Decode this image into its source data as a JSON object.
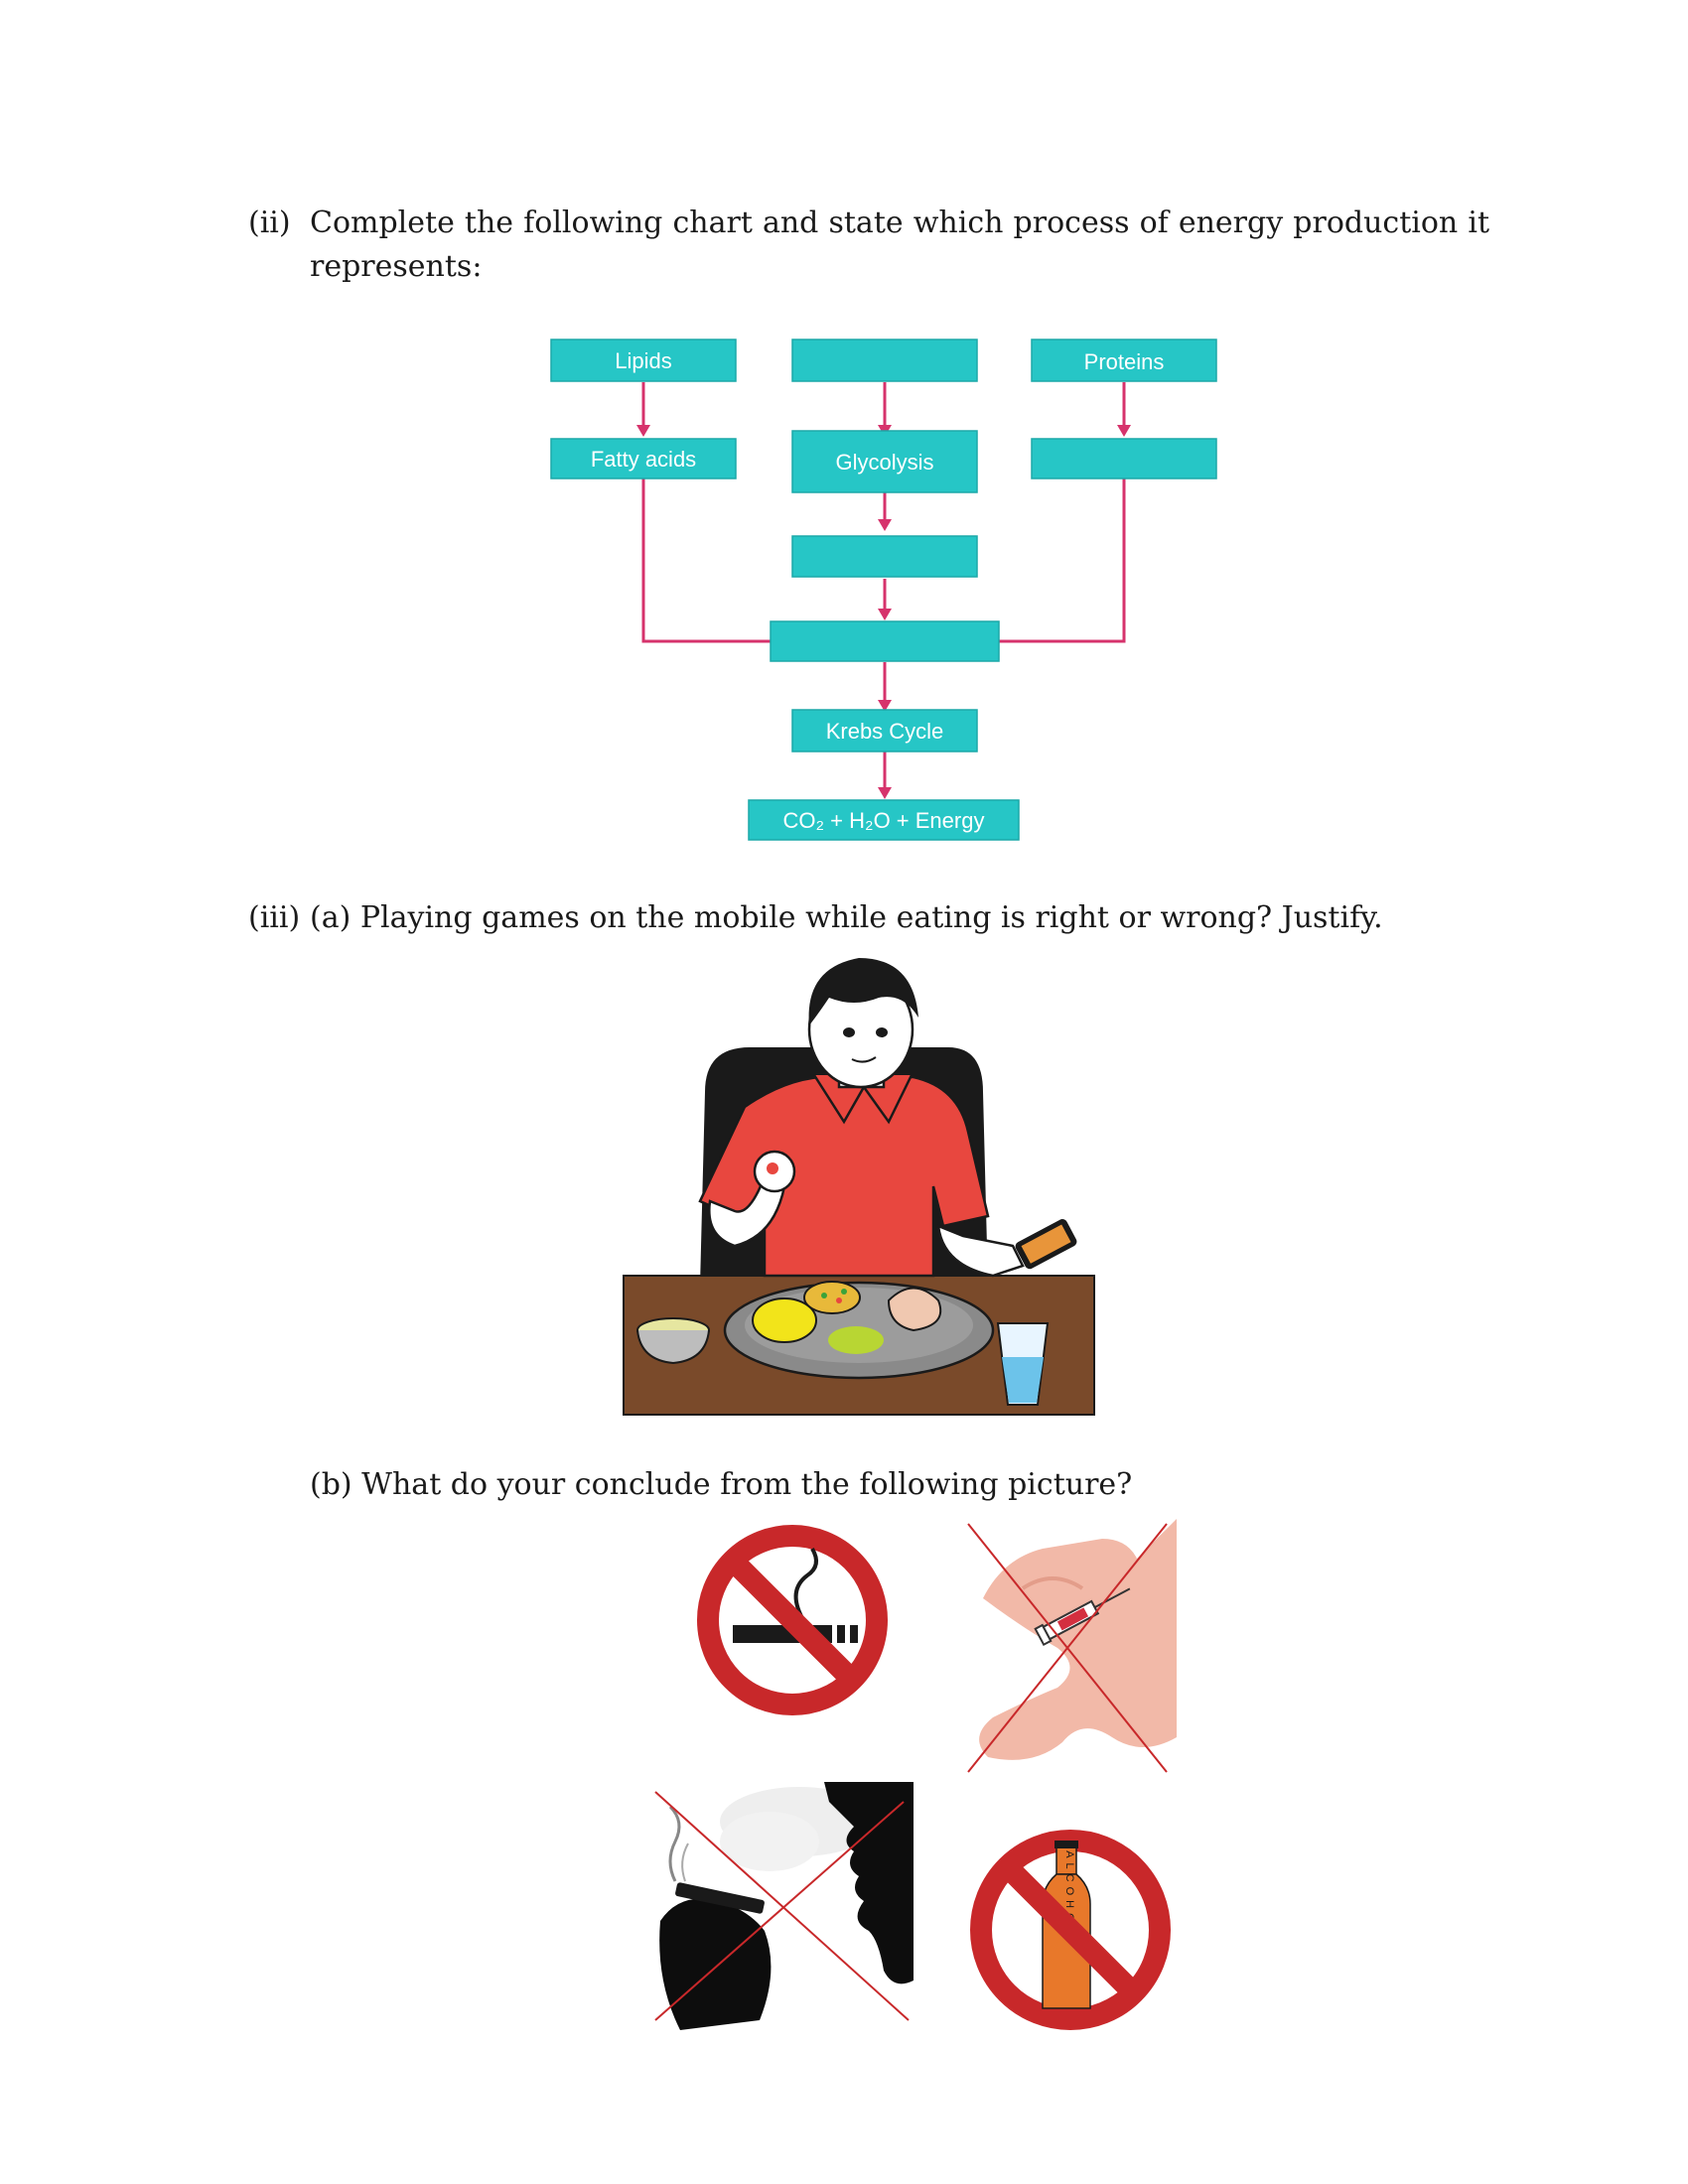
{
  "question_ii": {
    "number": "(ii)",
    "text": "Complete the following chart and state which process of energy production it represents:"
  },
  "flowchart": {
    "lipids": "Lipids",
    "blank_top_center": "",
    "proteins": "Proteins",
    "fatty_acids": "Fatty acids",
    "glycolysis": "Glycolysis",
    "blank_right": "",
    "blank_middle": "",
    "blank_merge": "",
    "krebs_cycle": "Krebs Cycle",
    "products": "CO₂ + H₂O + Energy"
  },
  "question_iii": {
    "number": "(iii)",
    "text": "(a) Playing games on the mobile while eating is right or wrong? Justify."
  },
  "question_b": {
    "text": "(b) What do your conclude from the following picture?"
  },
  "signs": {
    "alcohol_bottle_letters": "ALCOHOL"
  }
}
